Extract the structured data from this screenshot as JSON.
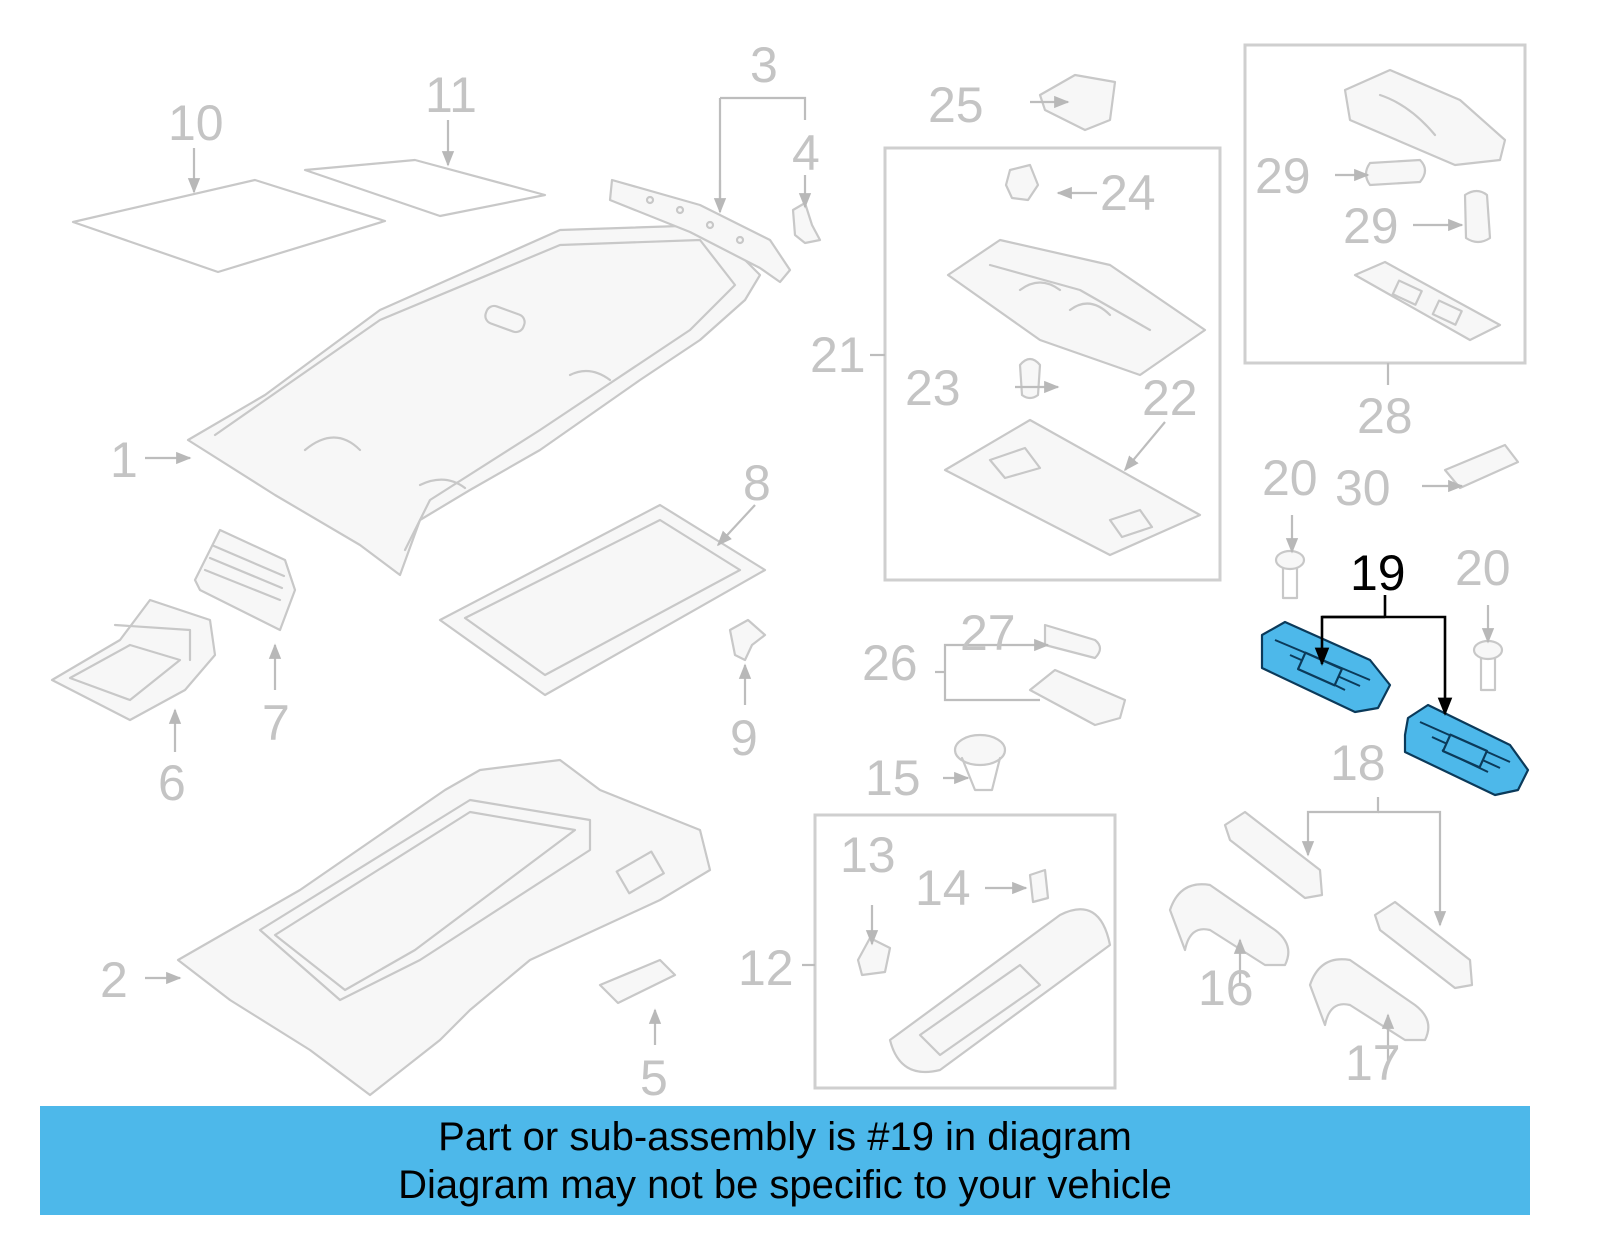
{
  "callouts": {
    "c1": "1",
    "c2": "2",
    "c3": "3",
    "c4": "4",
    "c5": "5",
    "c6": "6",
    "c7": "7",
    "c8": "8",
    "c9": "9",
    "c10": "10",
    "c11": "11",
    "c12": "12",
    "c13": "13",
    "c14": "14",
    "c15": "15",
    "c16": "16",
    "c17": "17",
    "c18": "18",
    "c19": "19",
    "c20a": "20",
    "c20b": "20",
    "c21": "21",
    "c22": "22",
    "c23": "23",
    "c24": "24",
    "c25": "25",
    "c26": "26",
    "c27": "27",
    "c28": "28",
    "c29a": "29",
    "c29b": "29",
    "c30": "30"
  },
  "highlight": {
    "part_number": "19",
    "color": "#4db8ea"
  },
  "banner": {
    "line1": "Part or sub-assembly is #19 in diagram",
    "line2": "Diagram may not be specific to your vehicle",
    "background": "#4db8ea"
  }
}
